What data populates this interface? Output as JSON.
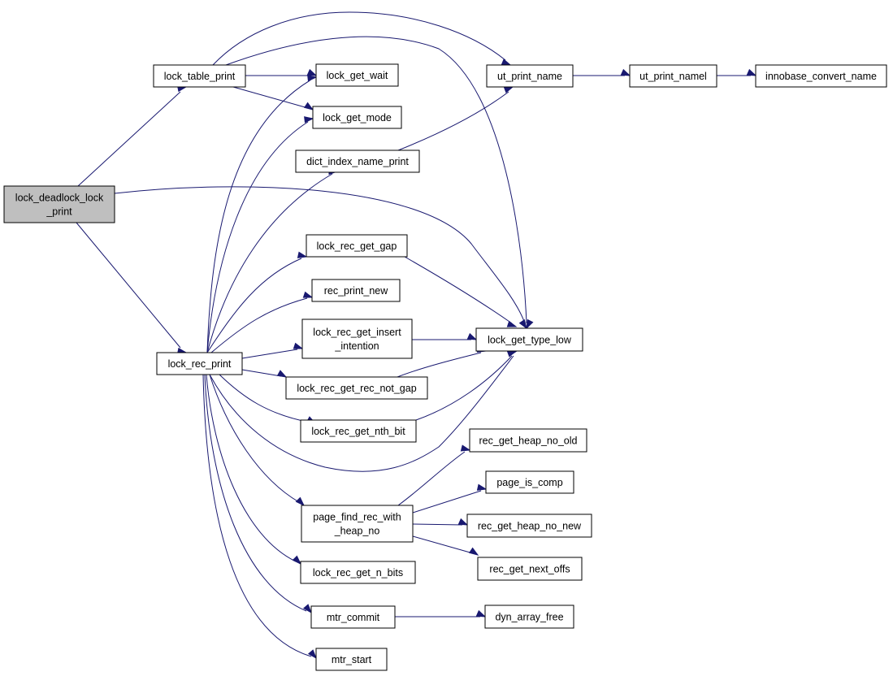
{
  "colors": {
    "edge": "#191970",
    "node_fill": "#ffffff",
    "root_fill": "#bfbfbf",
    "node_border": "#000000"
  },
  "nodes": {
    "lock_deadlock_lock_print": {
      "lines": [
        "lock_deadlock_lock",
        "_print"
      ],
      "root": true
    },
    "lock_table_print": {
      "lines": [
        "lock_table_print"
      ]
    },
    "lock_rec_print": {
      "lines": [
        "lock_rec_print"
      ]
    },
    "lock_get_wait": {
      "lines": [
        "lock_get_wait"
      ]
    },
    "lock_get_mode": {
      "lines": [
        "lock_get_mode"
      ]
    },
    "dict_index_name_print": {
      "lines": [
        "dict_index_name_print"
      ]
    },
    "lock_rec_get_gap": {
      "lines": [
        "lock_rec_get_gap"
      ]
    },
    "rec_print_new": {
      "lines": [
        "rec_print_new"
      ]
    },
    "lock_rec_get_insert_intention": {
      "lines": [
        "lock_rec_get_insert",
        "_intention"
      ]
    },
    "lock_rec_get_rec_not_gap": {
      "lines": [
        "lock_rec_get_rec_not_gap"
      ]
    },
    "lock_rec_get_nth_bit": {
      "lines": [
        "lock_rec_get_nth_bit"
      ]
    },
    "page_find_rec_with_heap_no": {
      "lines": [
        "page_find_rec_with",
        "_heap_no"
      ]
    },
    "lock_rec_get_n_bits": {
      "lines": [
        "lock_rec_get_n_bits"
      ]
    },
    "mtr_commit": {
      "lines": [
        "mtr_commit"
      ]
    },
    "mtr_start": {
      "lines": [
        "mtr_start"
      ]
    },
    "ut_print_name": {
      "lines": [
        "ut_print_name"
      ]
    },
    "ut_print_namel": {
      "lines": [
        "ut_print_namel"
      ]
    },
    "innobase_convert_name": {
      "lines": [
        "innobase_convert_name"
      ]
    },
    "lock_get_type_low": {
      "lines": [
        "lock_get_type_low"
      ]
    },
    "rec_get_heap_no_old": {
      "lines": [
        "rec_get_heap_no_old"
      ]
    },
    "page_is_comp": {
      "lines": [
        "page_is_comp"
      ]
    },
    "rec_get_heap_no_new": {
      "lines": [
        "rec_get_heap_no_new"
      ]
    },
    "rec_get_next_offs": {
      "lines": [
        "rec_get_next_offs"
      ]
    },
    "dyn_array_free": {
      "lines": [
        "dyn_array_free"
      ]
    }
  },
  "edges": [
    [
      "lock_deadlock_lock_print",
      "lock_table_print"
    ],
    [
      "lock_deadlock_lock_print",
      "lock_rec_print"
    ],
    [
      "lock_deadlock_lock_print",
      "lock_get_type_low"
    ],
    [
      "lock_table_print",
      "ut_print_name"
    ],
    [
      "lock_table_print",
      "lock_get_type_low"
    ],
    [
      "lock_table_print",
      "lock_get_wait"
    ],
    [
      "lock_table_print",
      "lock_get_mode"
    ],
    [
      "lock_rec_print",
      "lock_get_wait"
    ],
    [
      "lock_rec_print",
      "lock_get_mode"
    ],
    [
      "lock_rec_print",
      "dict_index_name_print"
    ],
    [
      "lock_rec_print",
      "lock_rec_get_gap"
    ],
    [
      "lock_rec_print",
      "rec_print_new"
    ],
    [
      "lock_rec_print",
      "lock_rec_get_insert_intention"
    ],
    [
      "lock_rec_print",
      "lock_rec_get_rec_not_gap"
    ],
    [
      "lock_rec_print",
      "lock_rec_get_nth_bit"
    ],
    [
      "lock_rec_print",
      "lock_get_type_low"
    ],
    [
      "lock_rec_print",
      "page_find_rec_with_heap_no"
    ],
    [
      "lock_rec_print",
      "lock_rec_get_n_bits"
    ],
    [
      "lock_rec_print",
      "mtr_commit"
    ],
    [
      "lock_rec_print",
      "mtr_start"
    ],
    [
      "dict_index_name_print",
      "ut_print_name"
    ],
    [
      "ut_print_name",
      "ut_print_namel"
    ],
    [
      "ut_print_namel",
      "innobase_convert_name"
    ],
    [
      "lock_rec_get_gap",
      "lock_get_type_low"
    ],
    [
      "lock_rec_get_insert_intention",
      "lock_get_type_low"
    ],
    [
      "lock_rec_get_rec_not_gap",
      "lock_get_type_low"
    ],
    [
      "lock_rec_get_nth_bit",
      "lock_get_type_low"
    ],
    [
      "page_find_rec_with_heap_no",
      "rec_get_heap_no_old"
    ],
    [
      "page_find_rec_with_heap_no",
      "page_is_comp"
    ],
    [
      "page_find_rec_with_heap_no",
      "rec_get_heap_no_new"
    ],
    [
      "page_find_rec_with_heap_no",
      "rec_get_next_offs"
    ],
    [
      "mtr_commit",
      "dyn_array_free"
    ]
  ]
}
